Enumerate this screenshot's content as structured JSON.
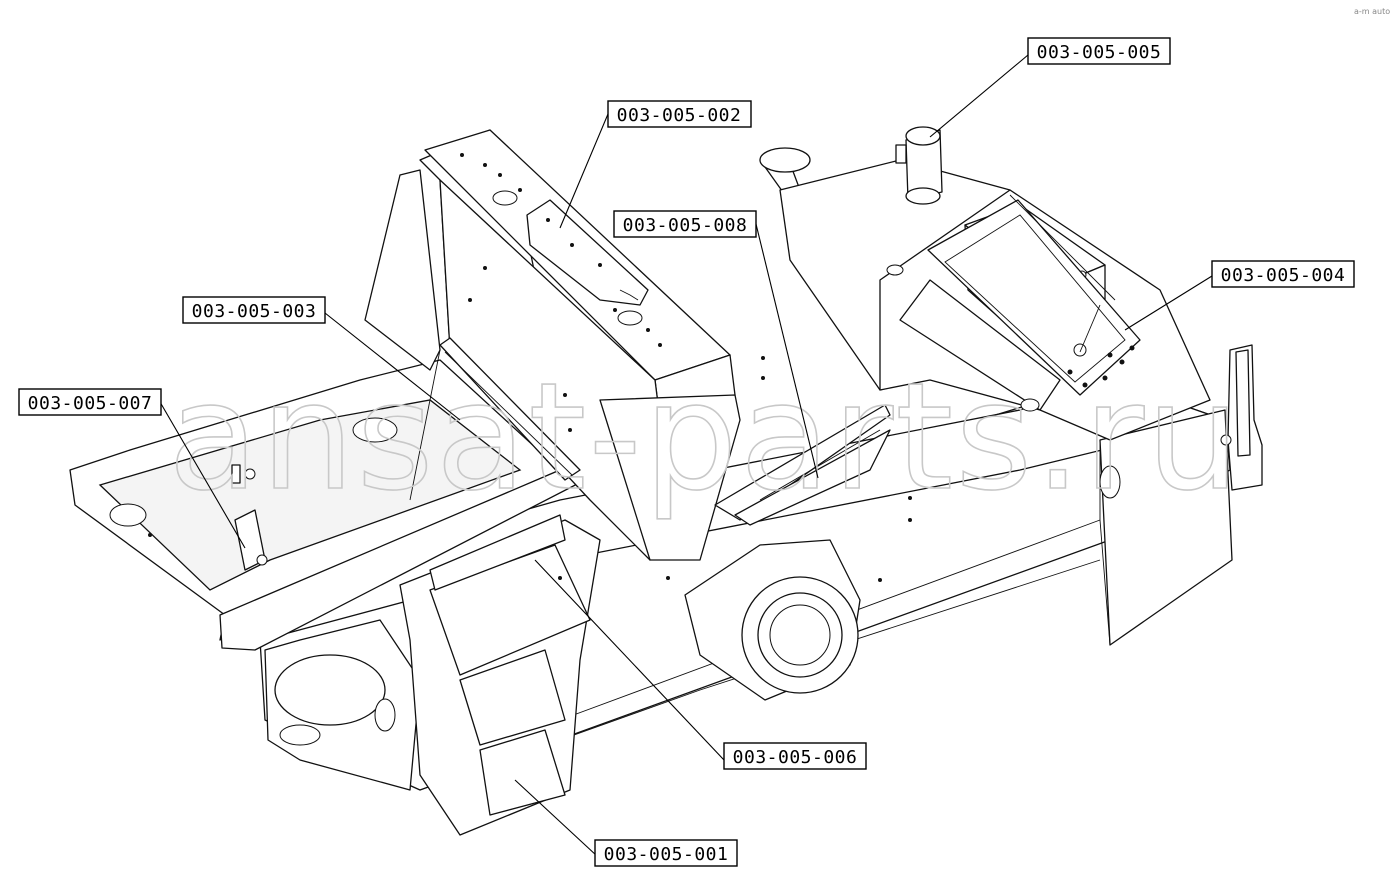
{
  "diagram": {
    "watermark": "ansat-parts.ru",
    "corner_mark": "a-m auto",
    "callouts": [
      {
        "id": "c1",
        "label": "003-005-005"
      },
      {
        "id": "c2",
        "label": "003-005-002"
      },
      {
        "id": "c3",
        "label": "003-005-008"
      },
      {
        "id": "c4",
        "label": "003-005-004"
      },
      {
        "id": "c5",
        "label": "003-005-003"
      },
      {
        "id": "c6",
        "label": "003-005-007"
      },
      {
        "id": "c7",
        "label": "003-005-006"
      },
      {
        "id": "c8",
        "label": "003-005-001"
      }
    ]
  },
  "colors": {
    "line": "#111111",
    "background": "#ffffff",
    "watermark": "#c8c8c8"
  }
}
